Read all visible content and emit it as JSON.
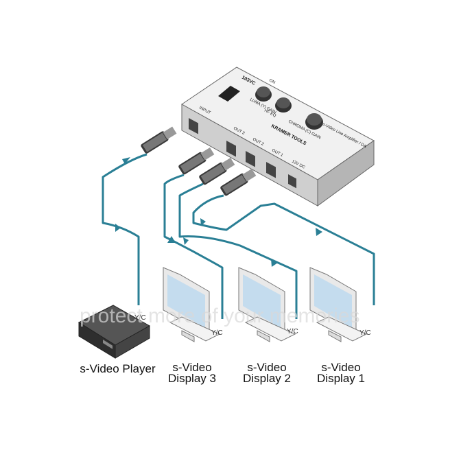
{
  "device": {
    "model": "103VC",
    "brand": "KRAMER TOOLS",
    "subtitle": "s-Video Line Amplifier / DA",
    "input_label": "INPUT",
    "outputs": [
      "OUT 1",
      "OUT 2",
      "OUT 3"
    ],
    "knobs": [
      "ON",
      "LUMA (Y) GAIN",
      "HF EQ",
      "CHROMA (C) GAIN"
    ],
    "power_label": "12V DC"
  },
  "connectors": {
    "yc_label": "Y/C"
  },
  "devices": [
    {
      "line1": "s-Video Player",
      "line2": ""
    },
    {
      "line1": "s-Video",
      "line2": "Display 3"
    },
    {
      "line1": "s-Video",
      "line2": "Display 2"
    },
    {
      "line1": "s-Video",
      "line2": "Display 1"
    }
  ],
  "watermark": "protect more of your memories",
  "colors": {
    "cable": "#2a7f95",
    "device_body": "#e6e6e6",
    "device_dark": "#3a3a3a",
    "screen": "#c4dcee"
  }
}
